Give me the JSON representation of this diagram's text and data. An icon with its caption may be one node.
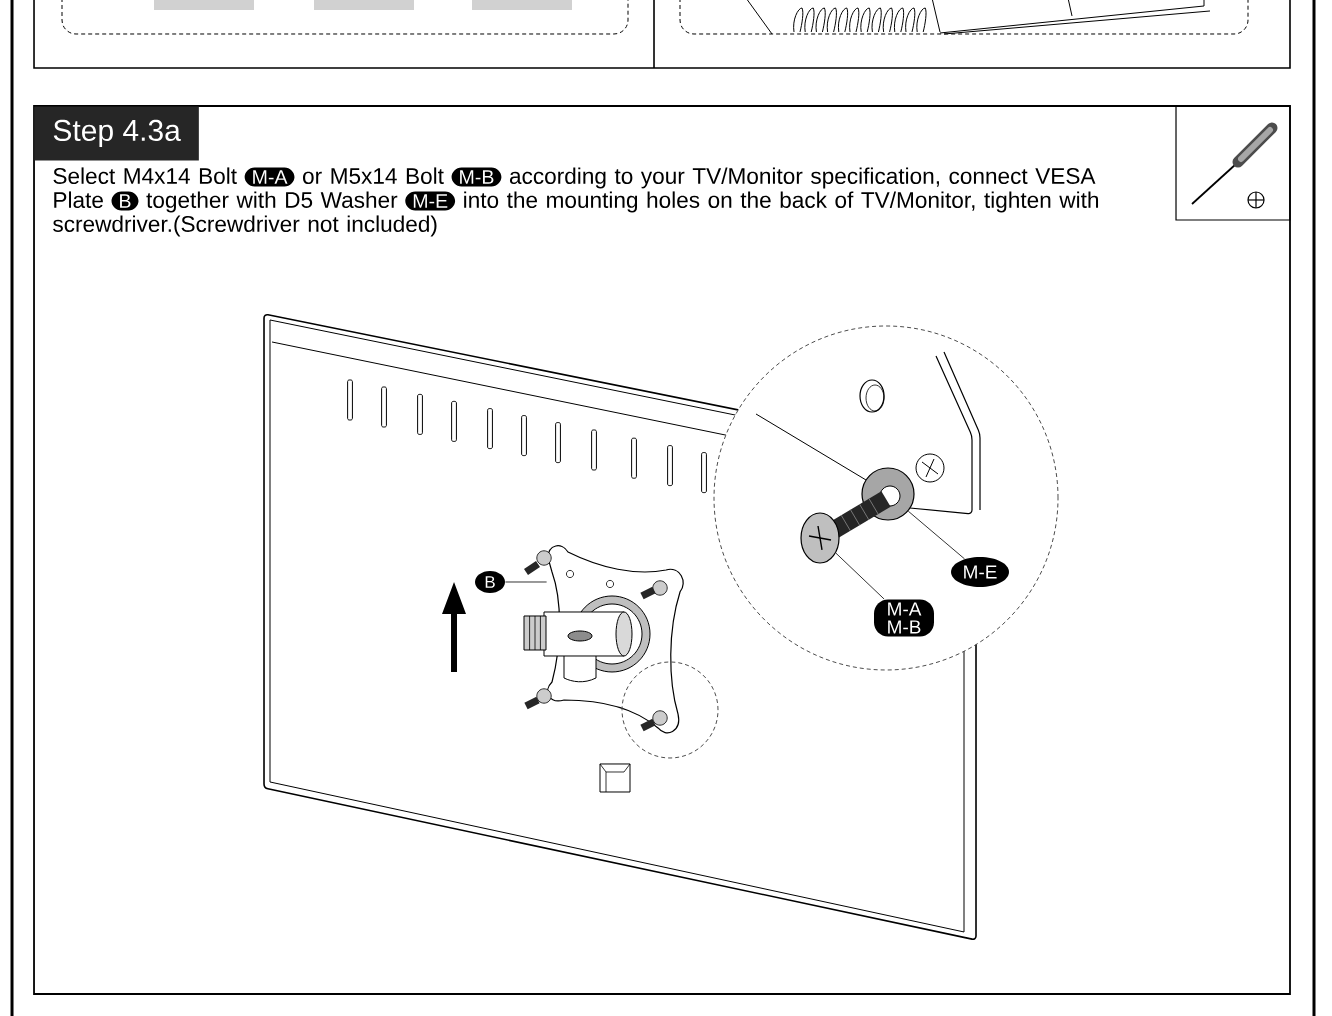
{
  "diagram": {
    "title": "Step 4.3a",
    "nodes": [
      {
        "text": [
          "B"
        ]
      },
      {
        "text": [],
        "shape": "picture"
      },
      {
        "text": [
          "M-E"
        ]
      },
      {
        "text": [],
        "shape": "circle"
      },
      {
        "text": [
          "M-A",
          "M-B"
        ]
      },
      {
        "text": [],
        "shape": "picture"
      }
    ],
    "edges": [
      {
        "from": 0,
        "to": 1,
        "arrow": "none"
      },
      {
        "from": 2,
        "to": 3,
        "arrow": "none"
      },
      {
        "from": 4,
        "to": 5,
        "arrow": "none"
      }
    ],
    "labels": [
      "Select M4x14 Bolt",
      "M-A",
      "or M5x14 Bolt",
      "M-B",
      "according to your TV/Monitor specification, connect VESA Plate",
      "B",
      "together with D5 Washer",
      "M-E",
      "into the mounting holes on the back of TV/Monitor, tighten with screwdriver.(Screwdriver not included)"
    ]
  }
}
